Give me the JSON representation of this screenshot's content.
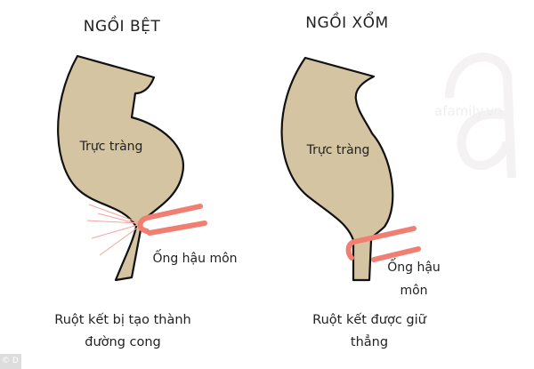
{
  "left_panel": {
    "title": "NGỒI BỆT",
    "rectum_label": "Trực tràng",
    "anal_canal_label": "Ống hậu môn",
    "caption_line1": "Ruột kết bị tạo thành",
    "caption_line2": "đường cong"
  },
  "right_panel": {
    "title": "NGỒI XỔM",
    "rectum_label": "Trực tràng",
    "anal_canal_label_line1": "Ống hậu",
    "anal_canal_label_line2": "môn",
    "caption_line1": "Ruột kết được giữ",
    "caption_line2": "thẳng"
  },
  "watermark": "afamily.vn",
  "copyright": "© D",
  "colors": {
    "tissue": "#d5c4a1",
    "muscle": "#f07f72",
    "outline": "#111111"
  }
}
